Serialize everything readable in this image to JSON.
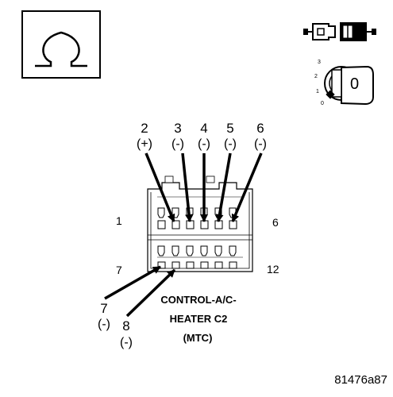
{
  "meter_symbol": {
    "glyph": "Ω",
    "icon": "ohmmeter-icon"
  },
  "ignition_key": {
    "icon": "ignition-key-icon",
    "positions": [
      "3",
      "2",
      "1",
      "0"
    ],
    "current": "0"
  },
  "connector_icon": "connector-plug-icon",
  "connector": {
    "name_lines": [
      "CONTROL-A/C-",
      "HEATER C2",
      "(MTC)"
    ],
    "row_end_labels": {
      "top_left": "1",
      "top_right": "6",
      "bottom_left": "7",
      "bottom_right": "12"
    }
  },
  "pins_top": [
    {
      "number": "2",
      "polarity": "(+)"
    },
    {
      "number": "3",
      "polarity": "(-)"
    },
    {
      "number": "4",
      "polarity": "(-)"
    },
    {
      "number": "5",
      "polarity": "(-)"
    },
    {
      "number": "6",
      "polarity": "(-)"
    }
  ],
  "pins_bottom": [
    {
      "number": "7",
      "polarity": "(-)"
    },
    {
      "number": "8",
      "polarity": "(-)"
    }
  ],
  "figure_id": "81476a87"
}
